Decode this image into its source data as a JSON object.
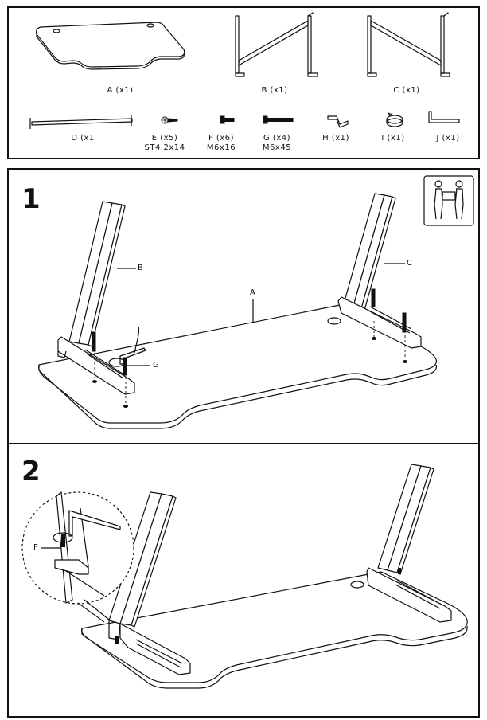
{
  "parts": {
    "A": {
      "label": "A (x1)"
    },
    "B": {
      "label": "B (x1)"
    },
    "C": {
      "label": "C (x1)"
    },
    "D": {
      "label": "D (x1"
    },
    "E": {
      "label": "E (x5)",
      "spec": "ST4.2x14"
    },
    "F": {
      "label": "F (x6)",
      "spec": "M6x16"
    },
    "G": {
      "label": "G (x4)",
      "spec": "M6x45"
    },
    "H": {
      "label": "H (x1)"
    },
    "I": {
      "label": "I (x1)"
    },
    "J": {
      "label": "J (x1)"
    }
  },
  "step1": {
    "number": "1",
    "callouts": {
      "A": "A",
      "B": "B",
      "C": "C",
      "G": "G",
      "J": "J"
    },
    "icon": "two-person-lift-icon"
  },
  "step2": {
    "number": "2",
    "callouts": {
      "F": "F"
    }
  }
}
